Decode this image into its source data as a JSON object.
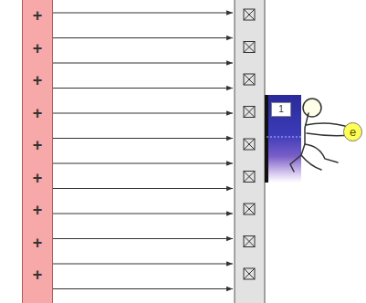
{
  "diagram": {
    "nodes": [
      {
        "text": [
          "+",
          "+",
          "+",
          "+",
          "+",
          "+",
          "+",
          "+",
          "+"
        ]
      },
      {
        "text": [
          "1"
        ]
      },
      {
        "text": [
          "e"
        ]
      }
    ]
  }
}
